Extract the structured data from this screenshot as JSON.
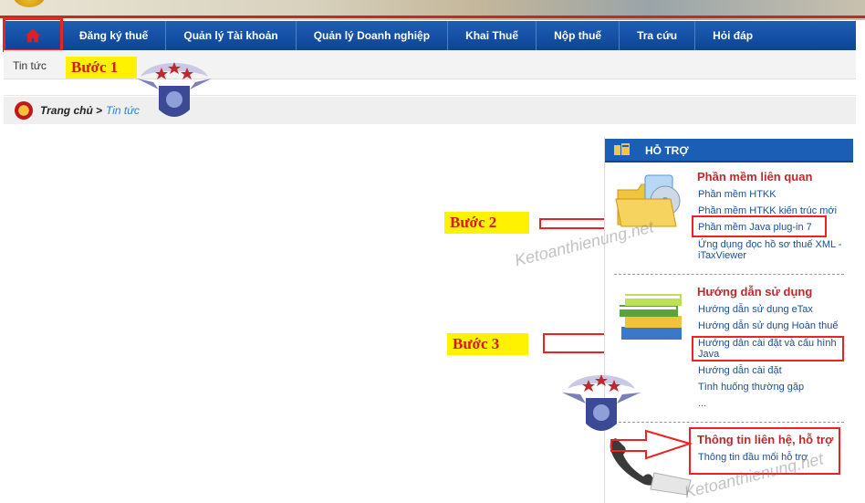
{
  "nav": {
    "home_icon": "home-icon",
    "items": [
      "Đăng ký thuế",
      "Quản lý Tài khoản",
      "Quản lý Doanh nghiệp",
      "Khai Thuế",
      "Nộp thuế",
      "Tra cứu",
      "Hỏi đáp"
    ]
  },
  "subnav": {
    "item": "Tin tức"
  },
  "breadcrumb": {
    "home": "Trang chủ",
    "sep": ">",
    "current": "Tin tức"
  },
  "steps": {
    "step1": "Bước 1",
    "step2": "Bước 2",
    "step3": "Bước 3"
  },
  "panel": {
    "header": "HỖ TRỢ",
    "section1": {
      "title": "Phần mềm liên quan",
      "links": [
        "Phần mềm HTKK",
        "Phần mềm HTKK kiến trúc mới",
        "Phần mềm Java plug-in 7",
        "Ứng dụng đọc hồ sơ thuế XML -",
        "iTaxViewer"
      ]
    },
    "section2": {
      "title": "Hướng dẫn sử dụng",
      "links": [
        "Hướng dẫn sử dụng eTax",
        "Hướng dẫn sử dụng Hoàn thuế",
        "Hướng dẫn cài đặt và cấu hình",
        "Java",
        "Hướng dẫn cài đặt",
        "Tình huống thường gặp",
        "..."
      ]
    },
    "section3": {
      "title": "Thông tin liên hệ, hỗ trợ",
      "links": [
        "Thông tin đầu mối hỗ trợ"
      ]
    }
  },
  "watermarks": [
    "Ketoanthienung.net",
    "Ketoanthienung.net"
  ],
  "colors": {
    "nav_blue": "#1d5fb4",
    "highlight_red": "#e22222",
    "step_yellow": "#fff200",
    "section_red": "#c0282d",
    "link_blue": "#1a4f95"
  }
}
